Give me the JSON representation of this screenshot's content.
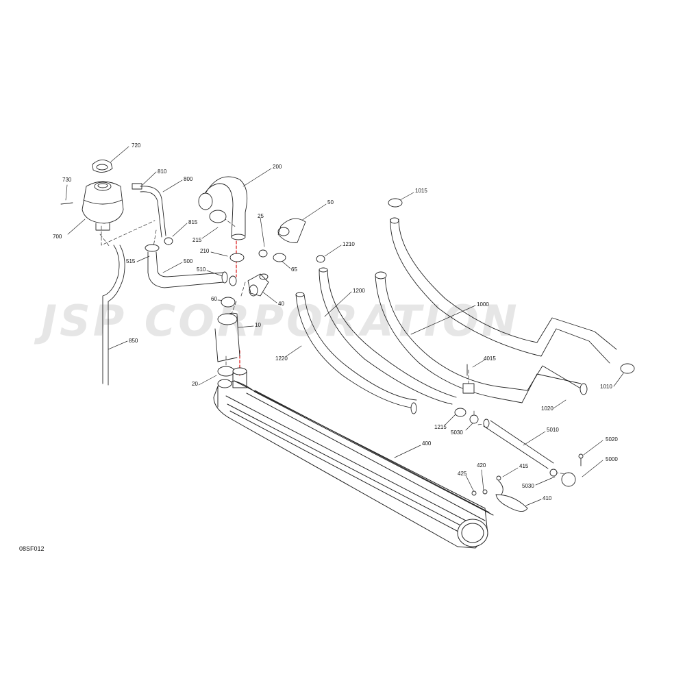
{
  "watermark": "JSP CORPORATION",
  "diagram_code": "08SF012",
  "callouts": {
    "c720": "720",
    "c730": "730",
    "c700": "700",
    "c810": "810",
    "c800": "800",
    "c815": "815",
    "c515": "515",
    "c500": "500",
    "c850": "850",
    "c200": "200",
    "c215": "215",
    "c210": "210",
    "c510": "510",
    "c25": "25",
    "c50": "50",
    "c65": "65",
    "c40": "40",
    "c60": "60",
    "c10": "10",
    "c20": "20",
    "c1210": "1210",
    "c1200": "1200",
    "c1220": "1220",
    "c1015": "1015",
    "c1000": "1000",
    "c4015": "4015",
    "c1010": "1010",
    "c1020": "1020",
    "c1215": "1215",
    "c5030a": "5030",
    "c5010": "5010",
    "c5020": "5020",
    "c5000": "5000",
    "c5030b": "5030",
    "c400": "400",
    "c425": "425",
    "c420": "420",
    "c415": "415",
    "c410": "410"
  }
}
